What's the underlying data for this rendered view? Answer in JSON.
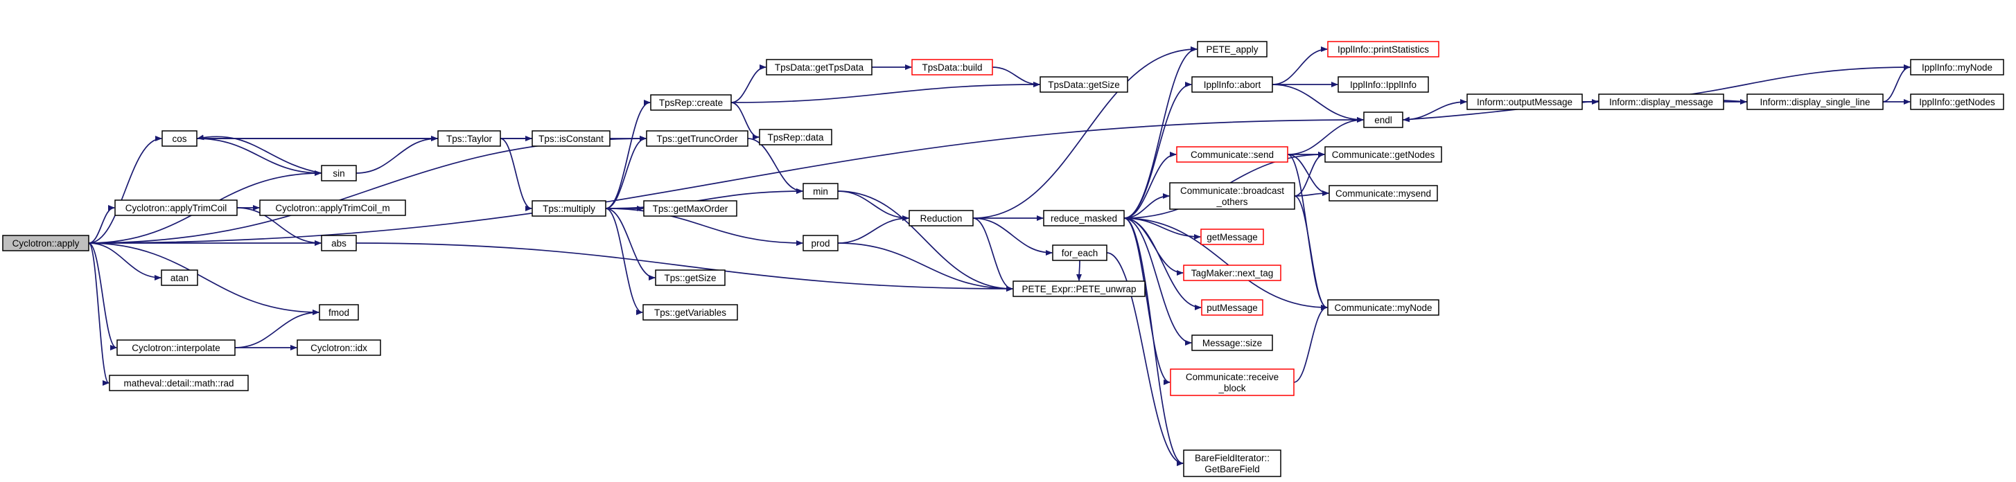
{
  "graph": {
    "root": "Cyclotron::apply",
    "colors": {
      "edge": "#191970",
      "node_border": "#000000",
      "truncated_border": "#ff0000",
      "root_fill": "#bfbfbf"
    },
    "nodes": [
      {
        "id": "apply",
        "lines": [
          "Cyclotron::apply"
        ],
        "root": true
      },
      {
        "id": "cos",
        "lines": [
          "cos"
        ]
      },
      {
        "id": "sin",
        "lines": [
          "sin"
        ]
      },
      {
        "id": "applyTrimCoil",
        "lines": [
          "Cyclotron::applyTrimCoil"
        ]
      },
      {
        "id": "applyTrimCoil_m",
        "lines": [
          "Cyclotron::applyTrimCoil_m"
        ]
      },
      {
        "id": "abs",
        "lines": [
          "abs"
        ]
      },
      {
        "id": "atan",
        "lines": [
          "atan"
        ]
      },
      {
        "id": "fmod",
        "lines": [
          "fmod"
        ]
      },
      {
        "id": "interpolate",
        "lines": [
          "Cyclotron::interpolate"
        ]
      },
      {
        "id": "idx",
        "lines": [
          "Cyclotron::idx"
        ]
      },
      {
        "id": "rad",
        "lines": [
          "matheval::detail::math::rad"
        ]
      },
      {
        "id": "taylor",
        "lines": [
          "Tps::Taylor"
        ]
      },
      {
        "id": "isConstant",
        "lines": [
          "Tps::isConstant"
        ]
      },
      {
        "id": "multiply",
        "lines": [
          "Tps::multiply"
        ]
      },
      {
        "id": "tpsRepCreate",
        "lines": [
          "TpsRep::create"
        ]
      },
      {
        "id": "getTpsData",
        "lines": [
          "TpsData::getTpsData"
        ]
      },
      {
        "id": "tpsDataBuild",
        "lines": [
          "TpsData::build"
        ],
        "truncated": true
      },
      {
        "id": "tpsDataGetSize",
        "lines": [
          "TpsData::getSize"
        ]
      },
      {
        "id": "tpsRepData",
        "lines": [
          "TpsRep::data"
        ]
      },
      {
        "id": "getTruncOrder",
        "lines": [
          "Tps::getTruncOrder"
        ]
      },
      {
        "id": "getMaxOrder",
        "lines": [
          "Tps::getMaxOrder"
        ]
      },
      {
        "id": "tpsGetSize",
        "lines": [
          "Tps::getSize"
        ]
      },
      {
        "id": "getVariables",
        "lines": [
          "Tps::getVariables"
        ]
      },
      {
        "id": "min",
        "lines": [
          "min"
        ]
      },
      {
        "id": "prod",
        "lines": [
          "prod"
        ]
      },
      {
        "id": "reduction",
        "lines": [
          "Reduction"
        ]
      },
      {
        "id": "forEach",
        "lines": [
          "for_each"
        ]
      },
      {
        "id": "peteUnwrap",
        "lines": [
          "PETE_Expr::PETE_unwrap"
        ]
      },
      {
        "id": "peteApply",
        "lines": [
          "PETE_apply"
        ]
      },
      {
        "id": "reduceMasked",
        "lines": [
          "reduce_masked"
        ]
      },
      {
        "id": "abort",
        "lines": [
          "IpplInfo::abort"
        ]
      },
      {
        "id": "printStatistics",
        "lines": [
          "IpplInfo::printStatistics"
        ],
        "truncated": true
      },
      {
        "id": "ipplInfo",
        "lines": [
          "IpplInfo::IpplInfo"
        ]
      },
      {
        "id": "endl",
        "lines": [
          "endl"
        ]
      },
      {
        "id": "send",
        "lines": [
          "Communicate::send"
        ],
        "truncated": true
      },
      {
        "id": "commGetNodes",
        "lines": [
          "Communicate::getNodes"
        ]
      },
      {
        "id": "broadcast",
        "lines": [
          "Communicate::broadcast",
          "_others"
        ]
      },
      {
        "id": "mysend",
        "lines": [
          "Communicate::mysend"
        ]
      },
      {
        "id": "getMessage",
        "lines": [
          "getMessage"
        ],
        "truncated": true
      },
      {
        "id": "nextTag",
        "lines": [
          "TagMaker::next_tag"
        ],
        "truncated": true
      },
      {
        "id": "putMessage",
        "lines": [
          "putMessage"
        ],
        "truncated": true
      },
      {
        "id": "myNode",
        "lines": [
          "Communicate::myNode"
        ]
      },
      {
        "id": "msgSize",
        "lines": [
          "Message::size"
        ]
      },
      {
        "id": "receiveBlock",
        "lines": [
          "Communicate::receive",
          "_block"
        ],
        "truncated": true
      },
      {
        "id": "bareField",
        "lines": [
          "BareFieldIterator::",
          "GetBareField"
        ]
      },
      {
        "id": "outputMessage",
        "lines": [
          "Inform::outputMessage"
        ]
      },
      {
        "id": "displayMessage",
        "lines": [
          "Inform::display_message"
        ]
      },
      {
        "id": "displaySingleLine",
        "lines": [
          "Inform::display_single_line"
        ]
      },
      {
        "id": "ipplMyNode",
        "lines": [
          "IpplInfo::myNode"
        ]
      },
      {
        "id": "ipplGetNodes",
        "lines": [
          "IpplInfo::getNodes"
        ]
      }
    ],
    "edges": [
      [
        "apply",
        "cos"
      ],
      [
        "apply",
        "sin"
      ],
      [
        "apply",
        "applyTrimCoil"
      ],
      [
        "apply",
        "abs"
      ],
      [
        "apply",
        "atan"
      ],
      [
        "apply",
        "fmod"
      ],
      [
        "apply",
        "interpolate"
      ],
      [
        "apply",
        "rad"
      ],
      [
        "apply",
        "endl"
      ],
      [
        "apply",
        "getTruncOrder"
      ],
      [
        "cos",
        "taylor"
      ],
      [
        "cos",
        "sin"
      ],
      [
        "cos",
        "getTruncOrder"
      ],
      [
        "sin",
        "cos"
      ],
      [
        "sin",
        "taylor"
      ],
      [
        "applyTrimCoil",
        "applyTrimCoil_m"
      ],
      [
        "applyTrimCoil",
        "abs"
      ],
      [
        "abs",
        "peteUnwrap"
      ],
      [
        "interpolate",
        "fmod"
      ],
      [
        "interpolate",
        "idx"
      ],
      [
        "taylor",
        "isConstant"
      ],
      [
        "taylor",
        "multiply"
      ],
      [
        "multiply",
        "tpsRepCreate"
      ],
      [
        "multiply",
        "getTruncOrder"
      ],
      [
        "multiply",
        "min"
      ],
      [
        "multiply",
        "getMaxOrder"
      ],
      [
        "multiply",
        "prod"
      ],
      [
        "multiply",
        "tpsGetSize"
      ],
      [
        "multiply",
        "getVariables"
      ],
      [
        "tpsRepCreate",
        "getTpsData"
      ],
      [
        "tpsRepCreate",
        "tpsDataGetSize"
      ],
      [
        "tpsRepCreate",
        "tpsRepData"
      ],
      [
        "getTpsData",
        "tpsDataBuild"
      ],
      [
        "tpsDataBuild",
        "tpsDataGetSize"
      ],
      [
        "getTruncOrder",
        "min"
      ],
      [
        "min",
        "reduction"
      ],
      [
        "min",
        "peteUnwrap"
      ],
      [
        "prod",
        "reduction"
      ],
      [
        "prod",
        "peteUnwrap"
      ],
      [
        "reduction",
        "peteApply"
      ],
      [
        "reduction",
        "reduceMasked"
      ],
      [
        "reduction",
        "forEach"
      ],
      [
        "reduction",
        "peteUnwrap"
      ],
      [
        "forEach",
        "peteUnwrap"
      ],
      [
        "forEach",
        "bareField"
      ],
      [
        "reduceMasked",
        "peteApply"
      ],
      [
        "reduceMasked",
        "abort"
      ],
      [
        "reduceMasked",
        "send"
      ],
      [
        "reduceMasked",
        "broadcast"
      ],
      [
        "reduceMasked",
        "getMessage"
      ],
      [
        "reduceMasked",
        "nextTag"
      ],
      [
        "reduceMasked",
        "putMessage"
      ],
      [
        "reduceMasked",
        "msgSize"
      ],
      [
        "reduceMasked",
        "receiveBlock"
      ],
      [
        "reduceMasked",
        "myNode"
      ],
      [
        "reduceMasked",
        "commGetNodes"
      ],
      [
        "reduceMasked",
        "bareField"
      ],
      [
        "abort",
        "printStatistics"
      ],
      [
        "abort",
        "ipplInfo"
      ],
      [
        "abort",
        "endl"
      ],
      [
        "send",
        "endl"
      ],
      [
        "send",
        "commGetNodes"
      ],
      [
        "send",
        "mysend"
      ],
      [
        "send",
        "myNode"
      ],
      [
        "broadcast",
        "commGetNodes"
      ],
      [
        "broadcast",
        "mysend"
      ],
      [
        "broadcast",
        "myNode"
      ],
      [
        "receiveBlock",
        "myNode"
      ],
      [
        "endl",
        "outputMessage"
      ],
      [
        "outputMessage",
        "displayMessage"
      ],
      [
        "outputMessage",
        "ipplMyNode"
      ],
      [
        "displayMessage",
        "displaySingleLine"
      ],
      [
        "displaySingleLine",
        "endl"
      ],
      [
        "displaySingleLine",
        "ipplMyNode"
      ],
      [
        "displaySingleLine",
        "ipplGetNodes"
      ]
    ]
  }
}
